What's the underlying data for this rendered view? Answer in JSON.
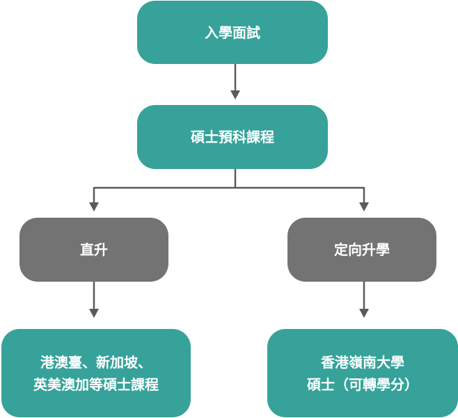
{
  "nodes": {
    "interview": {
      "label": "入學面試"
    },
    "prep_course": {
      "label": "碩士預科課程"
    },
    "direct": {
      "label": "直升"
    },
    "directed": {
      "label": "定向升學"
    },
    "overseas": {
      "line1": "港澳臺、新加坡、",
      "line2": "英美澳加等碩士課程"
    },
    "lingnan": {
      "line1": "香港嶺南大學",
      "line2": "碩士（可轉學分）"
    }
  },
  "colors": {
    "teal": "#36a29a",
    "gray": "#737373",
    "connector": "#5a5a5a"
  }
}
